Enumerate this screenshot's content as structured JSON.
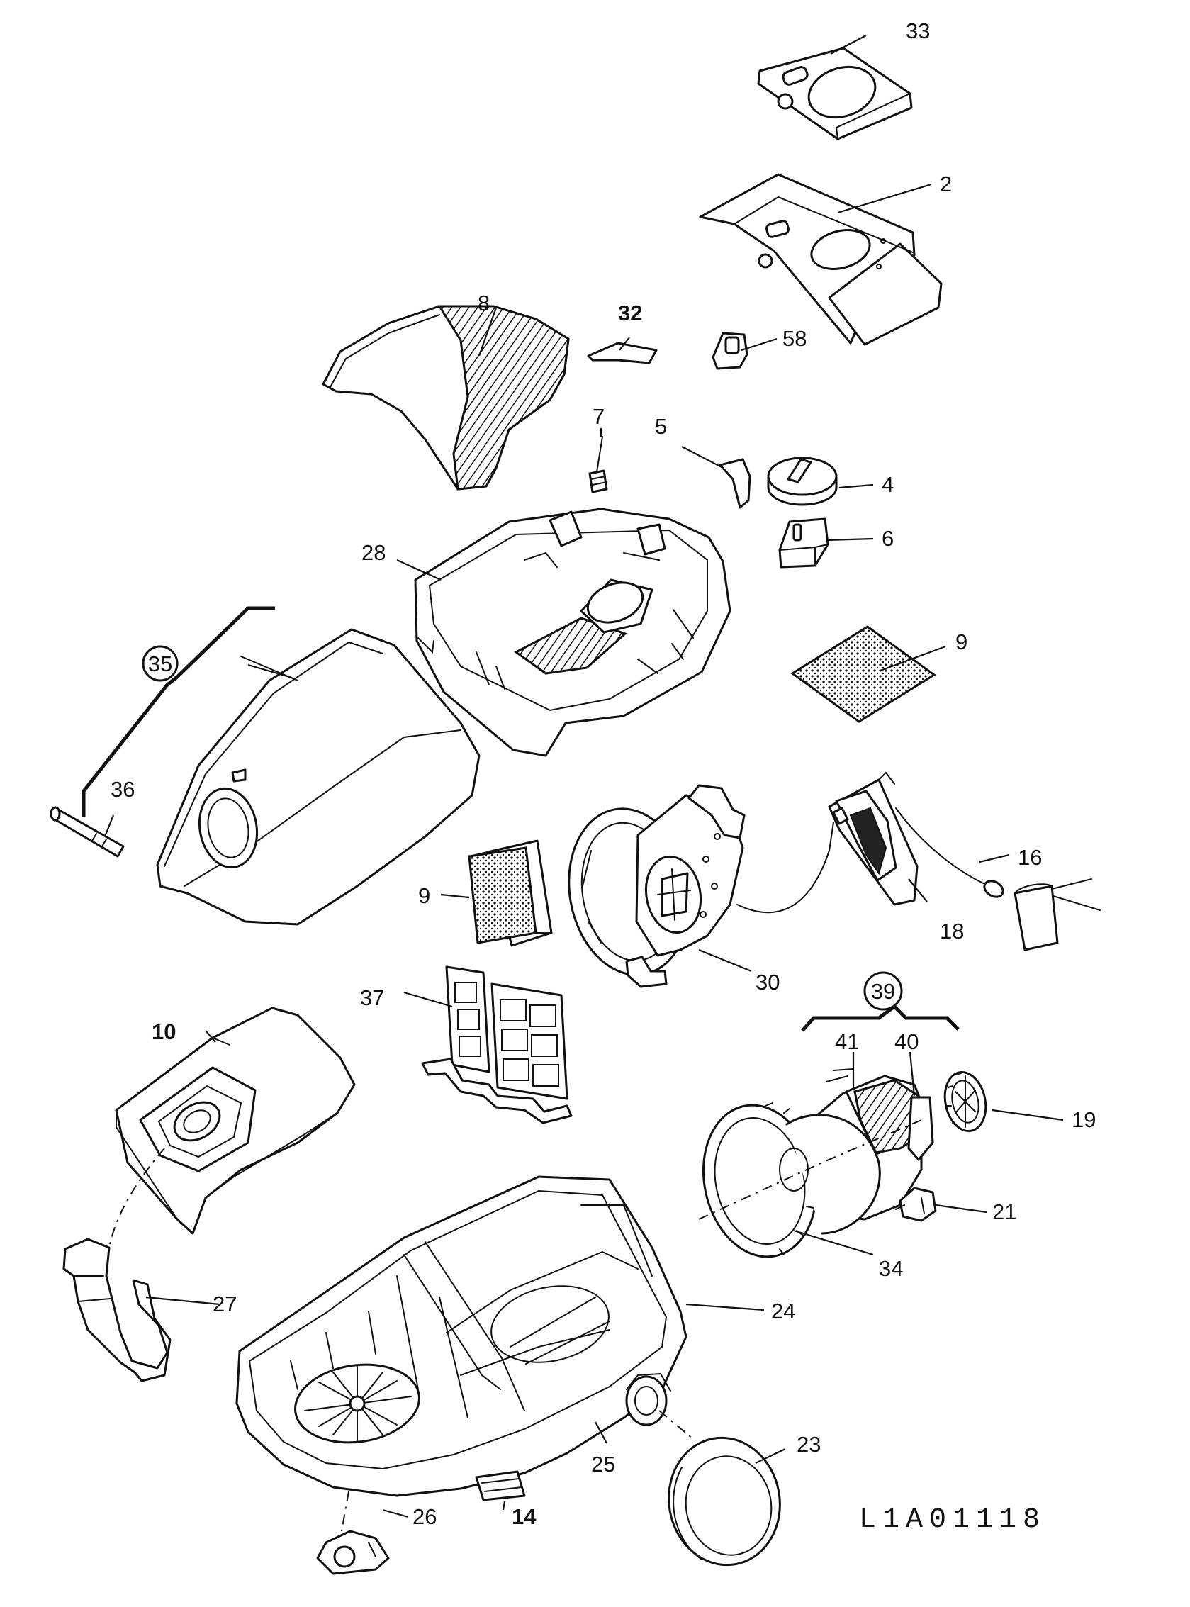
{
  "drawing_code": "L1A01118",
  "callouts": {
    "p2": "2",
    "p4": "4",
    "p5": "5",
    "p6": "6",
    "p7": "7",
    "p8": "8",
    "p9a": "9",
    "p9b": "9",
    "p10": "10",
    "p14": "14",
    "p16": "16",
    "p18": "18",
    "p19": "19",
    "p21": "21",
    "p23": "23",
    "p24": "24",
    "p25": "25",
    "p26": "26",
    "p27": "27",
    "p28": "28",
    "p30": "30",
    "p32": "32",
    "p33": "33",
    "p34": "34",
    "p35": "35",
    "p36": "36",
    "p37": "37",
    "p39": "39",
    "p40": "40",
    "p41": "41",
    "p58": "58"
  }
}
